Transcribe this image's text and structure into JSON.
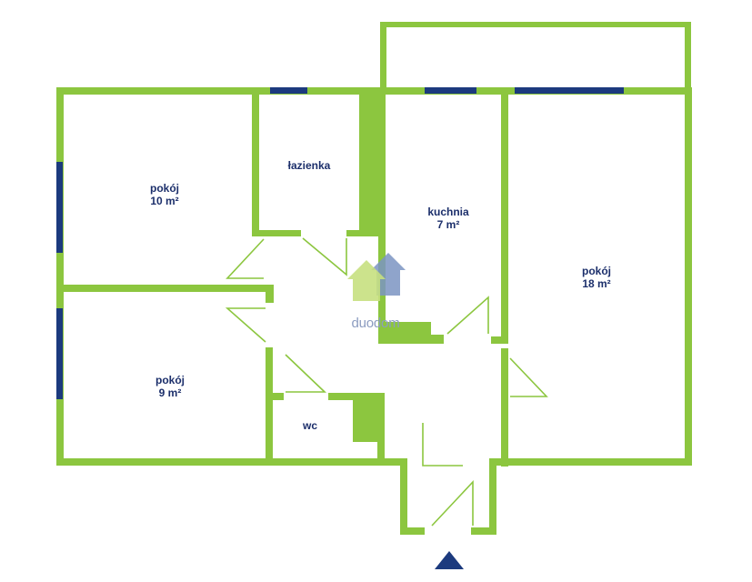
{
  "rooms": [
    {
      "name": "pokój",
      "area": "10 m²"
    },
    {
      "name": "łazienka"
    },
    {
      "name": "kuchnia",
      "area": "7 m²"
    },
    {
      "name": "pokój",
      "area": "18 m²"
    },
    {
      "name": "pokój",
      "area": "9 m²"
    },
    {
      "name": "wc"
    }
  ],
  "watermark": {
    "text": "duodom"
  },
  "colors": {
    "walls": "#8cc63f",
    "windows": "#1c3a7e",
    "labels": "#1c2f6b"
  }
}
